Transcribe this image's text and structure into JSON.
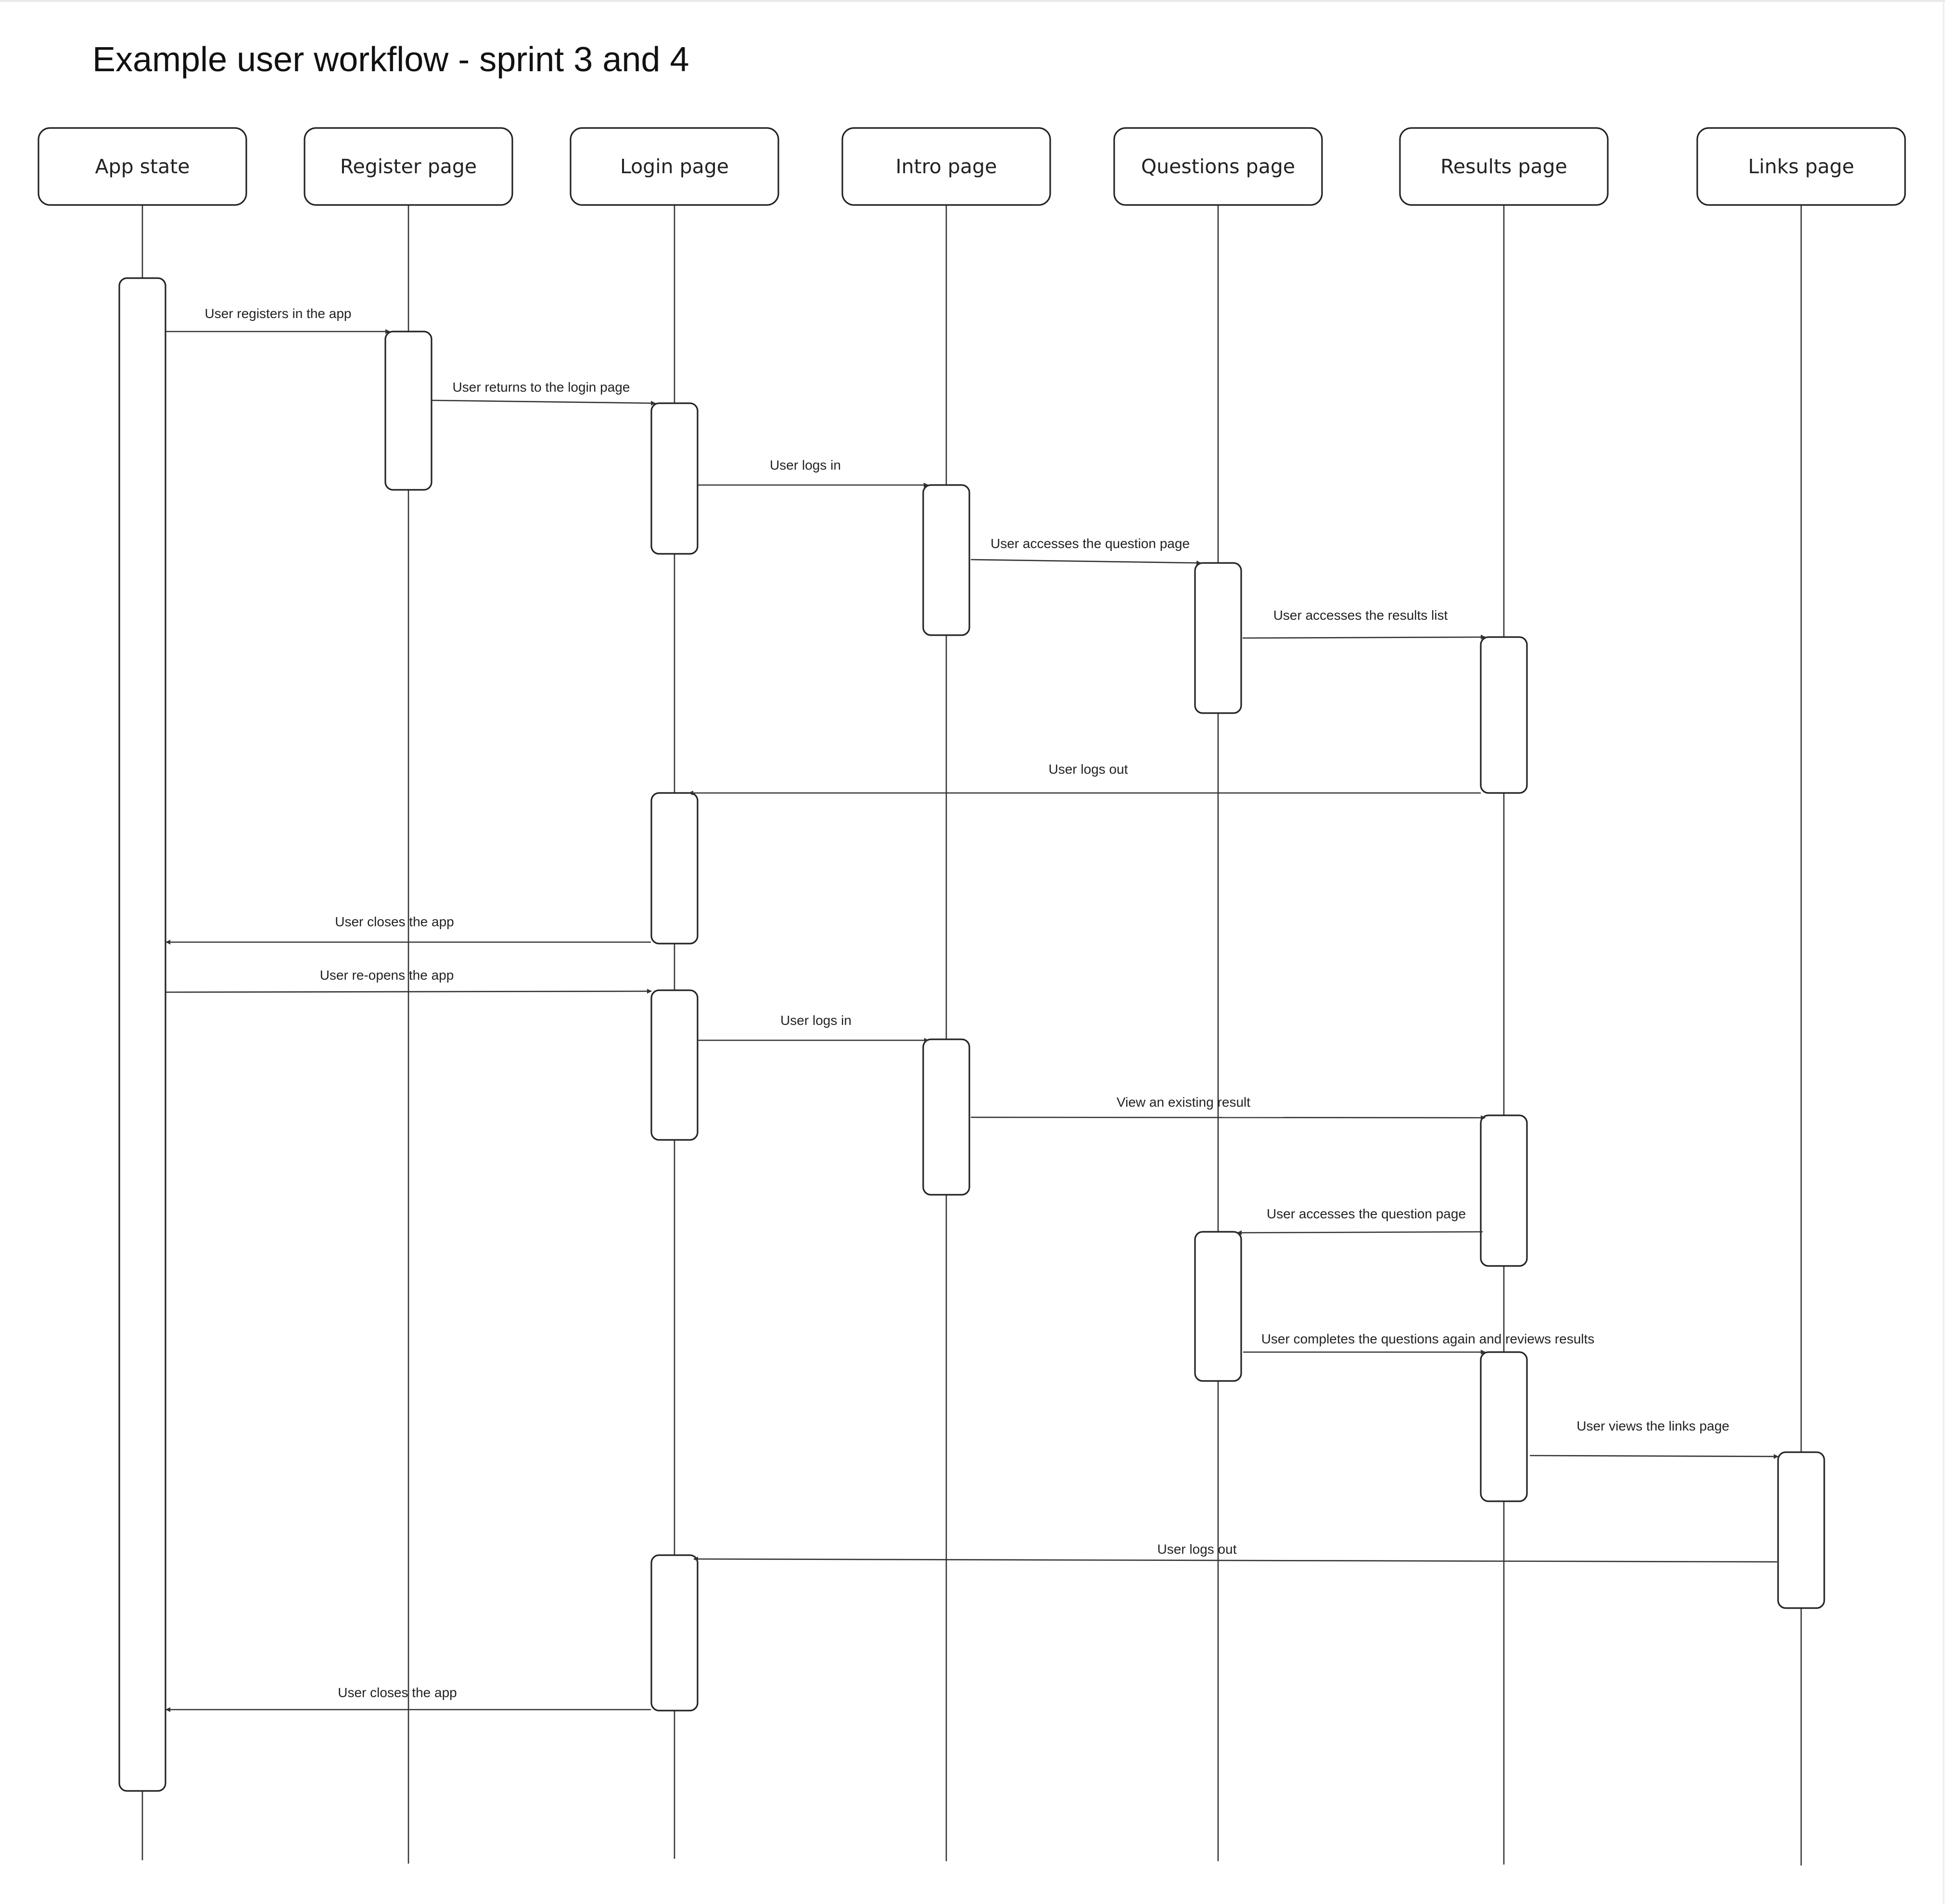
{
  "diagram": {
    "title": "Example user workflow - sprint 3 and 4",
    "participants": [
      {
        "id": "app",
        "label": "App state"
      },
      {
        "id": "register",
        "label": "Register page"
      },
      {
        "id": "login",
        "label": "Login page"
      },
      {
        "id": "intro",
        "label": "Intro page"
      },
      {
        "id": "questions",
        "label": "Questions page"
      },
      {
        "id": "results",
        "label": "Results page"
      },
      {
        "id": "links",
        "label": "Links page"
      }
    ],
    "messages": [
      {
        "from": "app",
        "to": "register",
        "label": "User registers in the app"
      },
      {
        "from": "register",
        "to": "login",
        "label": "User returns to the login page"
      },
      {
        "from": "login",
        "to": "intro",
        "label": "User logs in"
      },
      {
        "from": "intro",
        "to": "questions",
        "label": "User accesses the question page"
      },
      {
        "from": "questions",
        "to": "results",
        "label": "User accesses the results list"
      },
      {
        "from": "results",
        "to": "login",
        "label": "User logs out"
      },
      {
        "from": "login",
        "to": "app",
        "label": "User closes the app"
      },
      {
        "from": "app",
        "to": "login",
        "label": "User re-opens the app"
      },
      {
        "from": "login",
        "to": "intro",
        "label": "User logs in"
      },
      {
        "from": "intro",
        "to": "results",
        "label": "View an existing result"
      },
      {
        "from": "results",
        "to": "questions",
        "label": "User accesses the question page"
      },
      {
        "from": "questions",
        "to": "results",
        "label": "User completes the questions again and reviews results"
      },
      {
        "from": "results",
        "to": "links",
        "label": "User views the links page"
      },
      {
        "from": "links",
        "to": "login",
        "label": "User logs out"
      },
      {
        "from": "login",
        "to": "app",
        "label": "User closes the app"
      }
    ]
  }
}
